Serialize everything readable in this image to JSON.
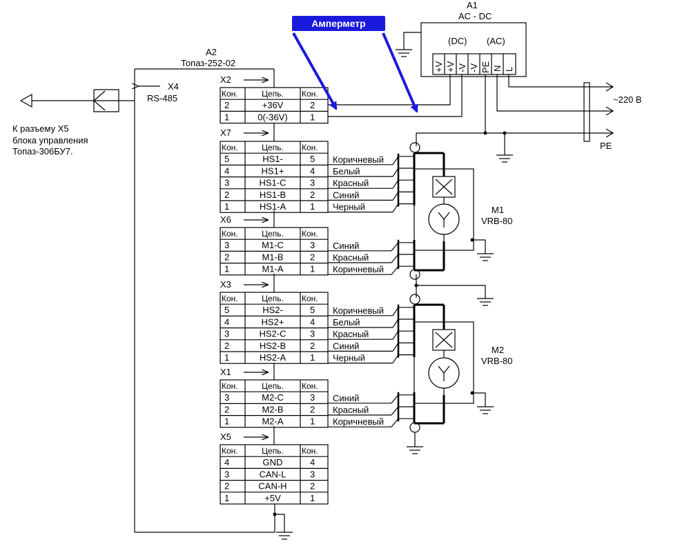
{
  "a1": {
    "designator": "A1",
    "model": "AC - DC",
    "dc_label": "(DC)",
    "ac_label": "(AC)",
    "terminals": [
      "+V",
      "+V",
      "-V",
      "-V",
      "PE",
      "N",
      "L"
    ]
  },
  "a2": {
    "designator": "A2",
    "model": "Топаз-252-02"
  },
  "ammeter": "Амперметр",
  "x4": {
    "name": "X4",
    "sub": "RS-485"
  },
  "note": [
    "К разъему X5",
    "блока управления",
    "Топаз-306БУ7."
  ],
  "mains": {
    "voltage": "~220 В",
    "pe": "PE"
  },
  "m1": {
    "name": "M1",
    "model": "VRB-80"
  },
  "m2": {
    "name": "M2",
    "model": "VRB-80"
  },
  "hdr": {
    "kon": "Кон.",
    "cep": "Цепь."
  },
  "connectors": [
    {
      "name": "X2",
      "rows": [
        [
          "2",
          "+36V",
          "2"
        ],
        [
          "1",
          "0(-36V)",
          "1"
        ]
      ],
      "wires": []
    },
    {
      "name": "X7",
      "rows": [
        [
          "5",
          "HS1-",
          "5"
        ],
        [
          "4",
          "HS1+",
          "4"
        ],
        [
          "3",
          "HS1-C",
          "3"
        ],
        [
          "2",
          "HS1-B",
          "2"
        ],
        [
          "1",
          "HS1-A",
          "1"
        ]
      ],
      "wires": [
        "Коричневый",
        "Белый",
        "Красный",
        "Синий",
        "Черный"
      ]
    },
    {
      "name": "X6",
      "rows": [
        [
          "3",
          "M1-C",
          "3"
        ],
        [
          "2",
          "M1-B",
          "2"
        ],
        [
          "1",
          "M1-A",
          "1"
        ]
      ],
      "wires": [
        "Синий",
        "Красный",
        "Коричневый"
      ]
    },
    {
      "name": "X3",
      "rows": [
        [
          "5",
          "HS2-",
          "5"
        ],
        [
          "4",
          "HS2+",
          "4"
        ],
        [
          "3",
          "HS2-C",
          "3"
        ],
        [
          "2",
          "HS2-B",
          "2"
        ],
        [
          "1",
          "HS2-A",
          "1"
        ]
      ],
      "wires": [
        "Коричневый",
        "Белый",
        "Красный",
        "Синий",
        "Черный"
      ]
    },
    {
      "name": "X1",
      "rows": [
        [
          "3",
          "M2-C",
          "3"
        ],
        [
          "2",
          "M2-B",
          "2"
        ],
        [
          "1",
          "M2-A",
          "1"
        ]
      ],
      "wires": [
        "Синий",
        "Красный",
        "Коричневый"
      ]
    },
    {
      "name": "X5",
      "rows": [
        [
          "4",
          "GND",
          "4"
        ],
        [
          "3",
          "CAN-L",
          "3"
        ],
        [
          "2",
          "CAN-H",
          "2"
        ],
        [
          "1",
          "+5V",
          "1"
        ]
      ],
      "wires": []
    }
  ],
  "colors": {
    "ink": "#000000",
    "accent": "#1a1adc"
  }
}
